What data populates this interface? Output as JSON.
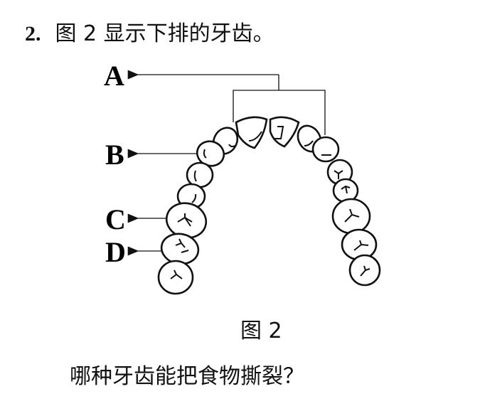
{
  "question": {
    "number": "2.",
    "text": "图 2 显示下排的牙齿。",
    "prompt": "哪种牙齿能把食物撕裂？"
  },
  "figure": {
    "caption": "图 2",
    "labels": {
      "A": "A",
      "B": "B",
      "C": "C",
      "D": "D"
    }
  }
}
